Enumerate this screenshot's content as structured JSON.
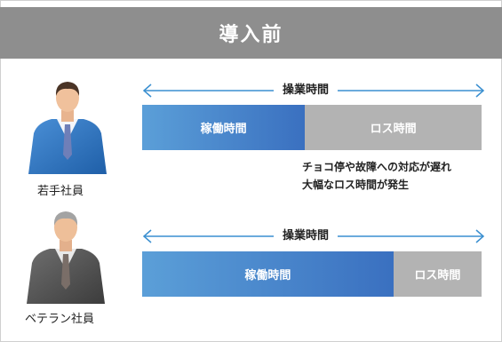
{
  "header": {
    "title": "導入前"
  },
  "rows": [
    {
      "person_label": "若手社員",
      "span_label": "操業時間",
      "work_label": "稼働時間",
      "loss_label": "ロス時間",
      "work_share": 0.48,
      "note_lines": [
        "チョコ停や故障への対応が遅れ",
        "大幅なロス時間が発生"
      ]
    },
    {
      "person_label": "ベテラン社員",
      "span_label": "操業時間",
      "work_label": "稼働時間",
      "loss_label": "ロス時間",
      "work_share": 0.74
    }
  ],
  "colors": {
    "header_bg": "#8e8e8e",
    "work_start": "#5b9fd8",
    "work_end": "#3a70c0",
    "loss": "#b3b3b3",
    "arrow": "#3a8fd0"
  }
}
